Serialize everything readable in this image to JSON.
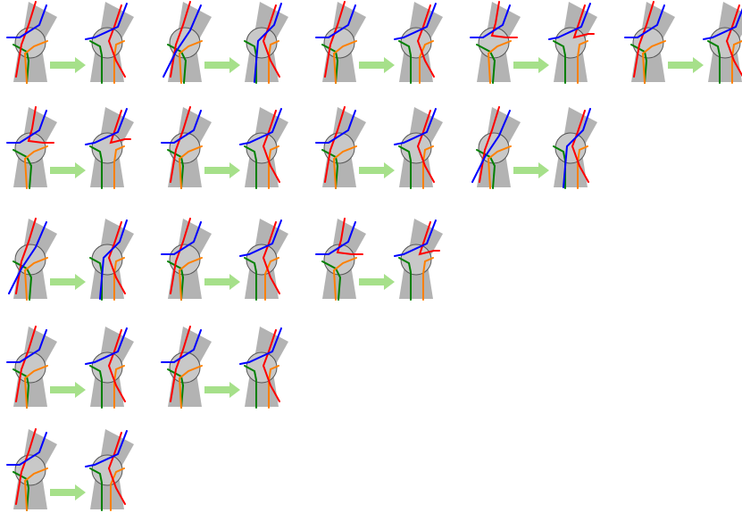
{
  "colors": {
    "background": "#ffffff",
    "body": "#b3b3b3",
    "joint_fill": "#c8c8c8",
    "joint_stroke": "#555555",
    "arrow": "#a6e08a",
    "strand_red": "#ff0000",
    "strand_blue": "#0000ff",
    "strand_orange": "#ff8000",
    "strand_green": "#008000"
  },
  "diagram": {
    "rows": [
      {
        "transitions": 5
      },
      {
        "transitions": 4
      },
      {
        "transitions": 3
      },
      {
        "transitions": 2
      },
      {
        "transitions": 1
      }
    ],
    "symbols": {
      "joint": "circle-node",
      "strands": [
        "red",
        "blue",
        "orange",
        "green"
      ],
      "arrow": "right-arrow-icon"
    }
  }
}
